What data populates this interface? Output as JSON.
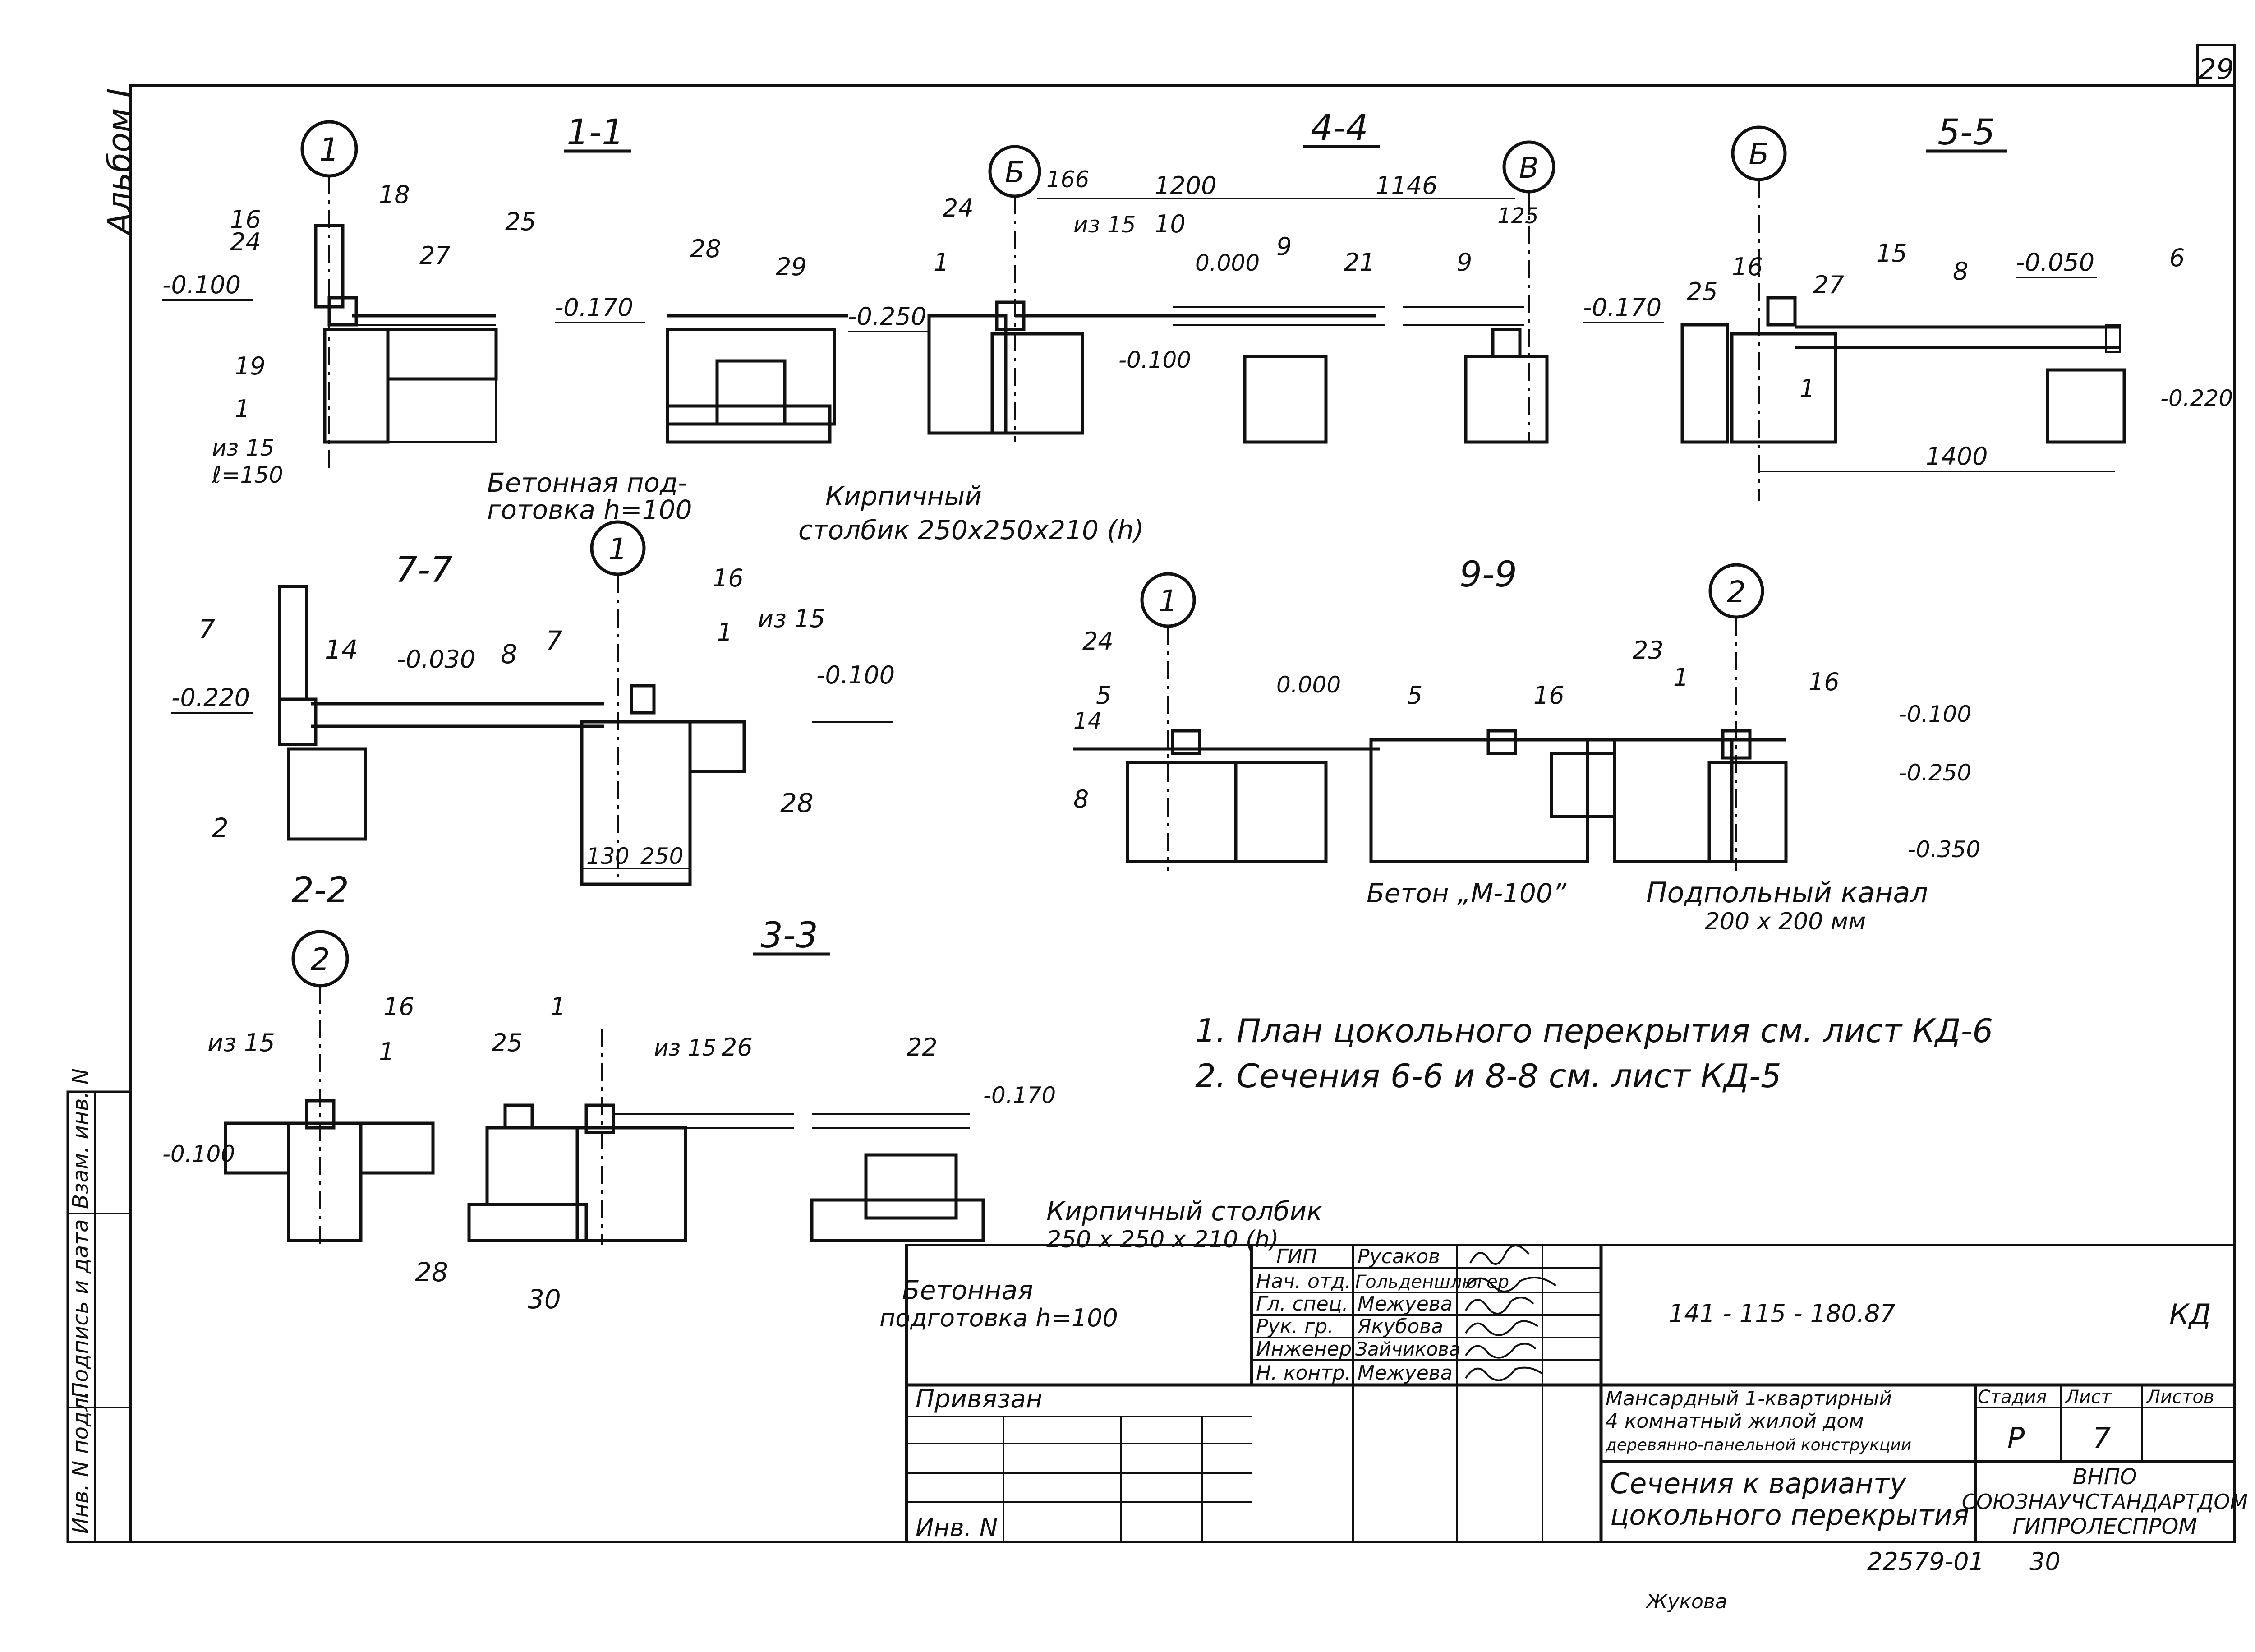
{
  "sheet": {
    "page_number": "29",
    "album": "Альбом I",
    "notes": [
      "1. План цокольного перекрытия см. лист КД-6",
      "2. Сечения 6-6 и 8-8 см. лист КД-5"
    ]
  },
  "side_stamp": {
    "cells": [
      "Инв. N подл.",
      "Подпись и дата",
      "Взам. инв. N"
    ]
  },
  "sections": {
    "s11": {
      "title": "1-1",
      "axis": "1",
      "marks": [
        "16",
        "24",
        "18",
        "27",
        "25",
        "28",
        "29",
        "19",
        "1"
      ],
      "levels": [
        "-0.100",
        "-0.170",
        "-0.250"
      ],
      "notes": [
        "из 15",
        "ℓ=150"
      ],
      "callout_concrete": [
        "Бетонная под-",
        "готовка  h=100"
      ],
      "callout_post": [
        "Кирпичный",
        "столбик 250x250x210 (h)"
      ]
    },
    "s44": {
      "title": "4-4",
      "axes": [
        "Б",
        "В"
      ],
      "dims": [
        "166",
        "1200",
        "1146",
        "125"
      ],
      "marks": [
        "24",
        "из 15",
        "10",
        "1",
        "9",
        "21",
        "9"
      ],
      "levels": [
        "0.000",
        "-0.100",
        "-0.170"
      ]
    },
    "s55": {
      "title": "5-5",
      "axis": "Б",
      "marks": [
        "16",
        "25",
        "27",
        "15",
        "8",
        "6",
        "1"
      ],
      "levels": [
        "-0.050",
        "-0.220"
      ],
      "dims": [
        "1400"
      ]
    },
    "s77": {
      "title": "7-7",
      "axis": "1",
      "marks": [
        "7",
        "14",
        "8",
        "7",
        "16",
        "1",
        "из 15",
        "2",
        "28"
      ],
      "levels": [
        "-0.220",
        "-0.030",
        "-0.100"
      ],
      "dims": [
        "130",
        "250"
      ]
    },
    "s99": {
      "title": "9-9",
      "axes": [
        "1",
        "2"
      ],
      "marks": [
        "24",
        "5",
        "14",
        "8",
        "5",
        "16",
        "23",
        "1",
        "16"
      ],
      "levels": [
        "0.000",
        "-0.100",
        "-0.250",
        "-0.350"
      ],
      "callout_concrete": "Бетон „M-100”",
      "callout_channel": [
        "Подпольный  канал",
        "200 x 200 мм"
      ]
    },
    "s22": {
      "title": "2-2",
      "axis": "2",
      "marks": [
        "из 15",
        "16",
        "1",
        "28"
      ],
      "levels": [
        "-0.100"
      ]
    },
    "s33": {
      "title": "3-3",
      "marks": [
        "1",
        "25",
        "из 15",
        "26",
        "22",
        "30"
      ],
      "levels": [
        "-0.170"
      ],
      "callout_post": [
        "Кирпичный  столбик",
        "250 x 250 x 210 (h)"
      ],
      "callout_concrete": [
        "Бетонная",
        "подготовка  h=100"
      ]
    }
  },
  "title_block": {
    "code": "141 - 115 - 180.87",
    "sheet_mark": "КД",
    "roles": [
      {
        "role": "ГИП",
        "name": "Русаков"
      },
      {
        "role": "Нач. отд.",
        "name": "Гольденшлюгер"
      },
      {
        "role": "Гл. спец.",
        "name": "Межуева"
      },
      {
        "role": "Рук. гр.",
        "name": "Якубова"
      },
      {
        "role": "Инженер",
        "name": "Зайчикова"
      },
      {
        "role": "Н. контр.",
        "name": "Межуева"
      }
    ],
    "project": [
      "Мансардный 1-квартирный",
      "4 комнатный жилой дом",
      "деревянно-панельной конструкции"
    ],
    "stage_header": "Стадия",
    "sheet_header": "Лист",
    "sheets_header": "Листов",
    "stage": "Р",
    "sheet": "7",
    "drawing_title": [
      "Сечения   к варианту",
      "цокольного   перекрытия"
    ],
    "org": [
      "ВНПО",
      "СОЮЗНАУЧСТАНДАРТДОМ",
      "ГИПРОЛЕСПРОМ"
    ],
    "privyazan": "Привязан",
    "inv_label": "Инв. N",
    "bottom_code": "22579-01",
    "bottom_num": "30",
    "copyist": "Жукова"
  }
}
